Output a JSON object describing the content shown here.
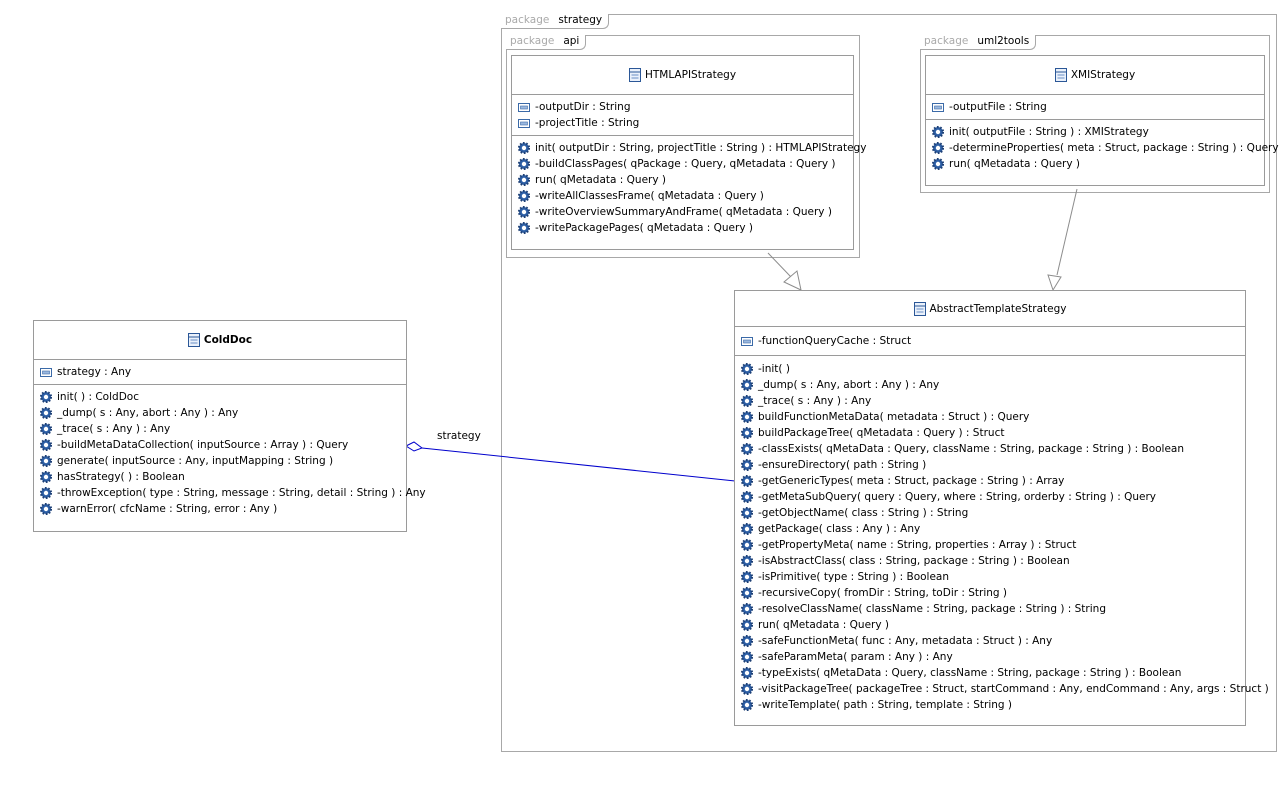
{
  "packages": {
    "strategy": {
      "keyword": "package",
      "name": "strategy"
    },
    "api": {
      "keyword": "package",
      "name": "api"
    },
    "uml2tools": {
      "keyword": "package",
      "name": "uml2tools"
    }
  },
  "classes": {
    "colddoc": {
      "name": "ColdDoc",
      "attributes": [
        "strategy : Any"
      ],
      "operations": [
        "init(  ) : ColdDoc",
        "_dump( s : Any, abort : Any ) : Any",
        "_trace( s : Any ) : Any",
        "-buildMetaDataCollection( inputSource : Array ) : Query",
        "generate( inputSource : Any, inputMapping : String )",
        "hasStrategy(  ) : Boolean",
        "-throwException( type : String, message : String, detail : String ) : Any",
        "-warnError( cfcName : String, error : Any )"
      ]
    },
    "htmlapi": {
      "name": "HTMLAPIStrategy",
      "attributes": [
        "-outputDir : String",
        "-projectTitle : String"
      ],
      "operations": [
        "init( outputDir : String, projectTitle : String ) : HTMLAPIStrategy",
        "-buildClassPages( qPackage : Query, qMetadata : Query )",
        "run( qMetadata : Query )",
        "-writeAllClassesFrame( qMetadata : Query )",
        "-writeOverviewSummaryAndFrame( qMetadata : Query )",
        "-writePackagePages( qMetadata : Query )"
      ]
    },
    "xmi": {
      "name": "XMIStrategy",
      "attributes": [
        "-outputFile : String"
      ],
      "operations": [
        "init( outputFile : String ) : XMIStrategy",
        "-determineProperties( meta : Struct, package : String ) : Query",
        "run( qMetadata : Query )"
      ]
    },
    "abstract": {
      "name": "AbstractTemplateStrategy",
      "attributes": [
        "-functionQueryCache : Struct"
      ],
      "operations": [
        "-init(  )",
        "_dump( s : Any, abort : Any ) : Any",
        "_trace( s : Any ) : Any",
        "buildFunctionMetaData( metadata : Struct ) : Query",
        "buildPackageTree( qMetadata : Query ) : Struct",
        "-classExists( qMetaData : Query, className : String, package : String ) : Boolean",
        "-ensureDirectory( path : String )",
        "-getGenericTypes( meta : Struct, package : String ) : Array",
        "-getMetaSubQuery( query : Query, where : String, orderby : String ) : Query",
        "-getObjectName( class : String ) : String",
        "getPackage( class : Any ) : Any",
        "-getPropertyMeta( name : String, properties : Array ) : Struct",
        "-isAbstractClass( class : String, package : String ) : Boolean",
        "-isPrimitive( type : String ) : Boolean",
        "-recursiveCopy( fromDir : String, toDir : String )",
        "-resolveClassName( className : String, package : String ) : String",
        "run( qMetadata : Query )",
        "-safeFunctionMeta( func : Any, metadata : Struct ) : Any",
        "-safeParamMeta( param : Any ) : Any",
        "-typeExists( qMetaData : Query, className : String, package : String ) : Boolean",
        "-visitPackageTree( packageTree : Struct, startCommand : Any, endCommand : Any, args : Struct )",
        "-writeTemplate( path : String, template : String )"
      ]
    }
  },
  "associations": {
    "strategy_label": "strategy"
  },
  "colors": {
    "association": "#0000cc",
    "generalization": "#8c8c8c",
    "border": "#9a9a9a"
  }
}
